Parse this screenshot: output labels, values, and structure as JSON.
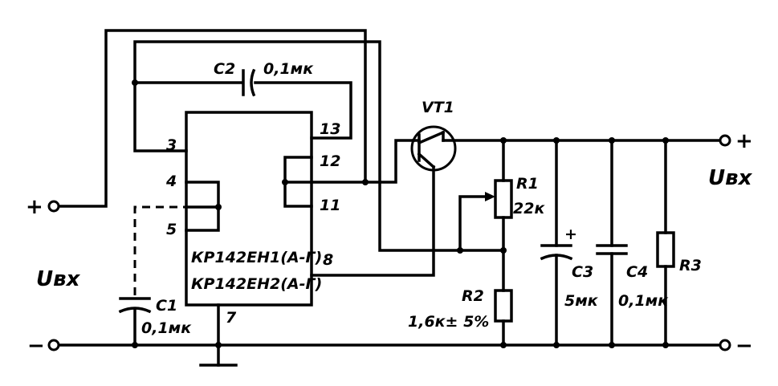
{
  "labels": {
    "transistor": "VT1",
    "c2": "C2",
    "c2_value": "0,1мк",
    "r1": "R1",
    "r1_value": "22к",
    "r2": "R2",
    "r2_value": "1,6к± 5%",
    "c3": "C3",
    "c3_value": "5мк",
    "c4": "C4",
    "c4_value": "0,1мк",
    "r3": "R3",
    "c1": "C1",
    "c1_value": "0,1мк",
    "chip_line1": "КР142ЕН1(А-Г)",
    "chip_line2": "КР142ЕН2(А-Г)",
    "input_label": "Uвх",
    "output_label": "Uвх",
    "input_plus": "+",
    "input_minus": "−",
    "output_plus": "+",
    "output_minus": "−",
    "c3_polarity": "+"
  },
  "pins": {
    "p3": "3",
    "p4": "4",
    "p5": "5",
    "p13": "13",
    "p12": "12",
    "p11": "11",
    "p8": "8",
    "p7": "7"
  }
}
